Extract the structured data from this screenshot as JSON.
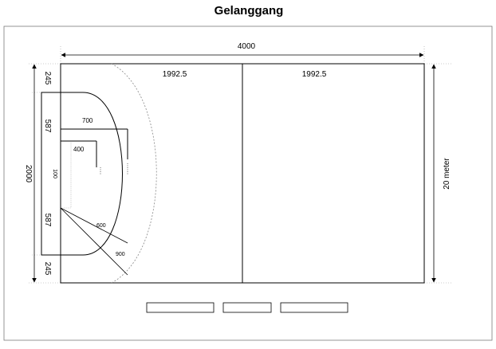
{
  "title": "Gelanggang",
  "dimensions": {
    "overall_length": "4000",
    "half_length_left": "1992.5",
    "half_length_right": "1992.5",
    "width": "20 meter",
    "goal_side_width": "2000",
    "corner_top": "245",
    "corner_bottom": "245",
    "upper_segment": "587",
    "lower_segment": "587",
    "goal_width": "100",
    "arc_radius": "700",
    "goal_depth_line": "400",
    "radius_600": "600",
    "radius_900": "900"
  },
  "legend_boxes": [
    "",
    "",
    ""
  ]
}
